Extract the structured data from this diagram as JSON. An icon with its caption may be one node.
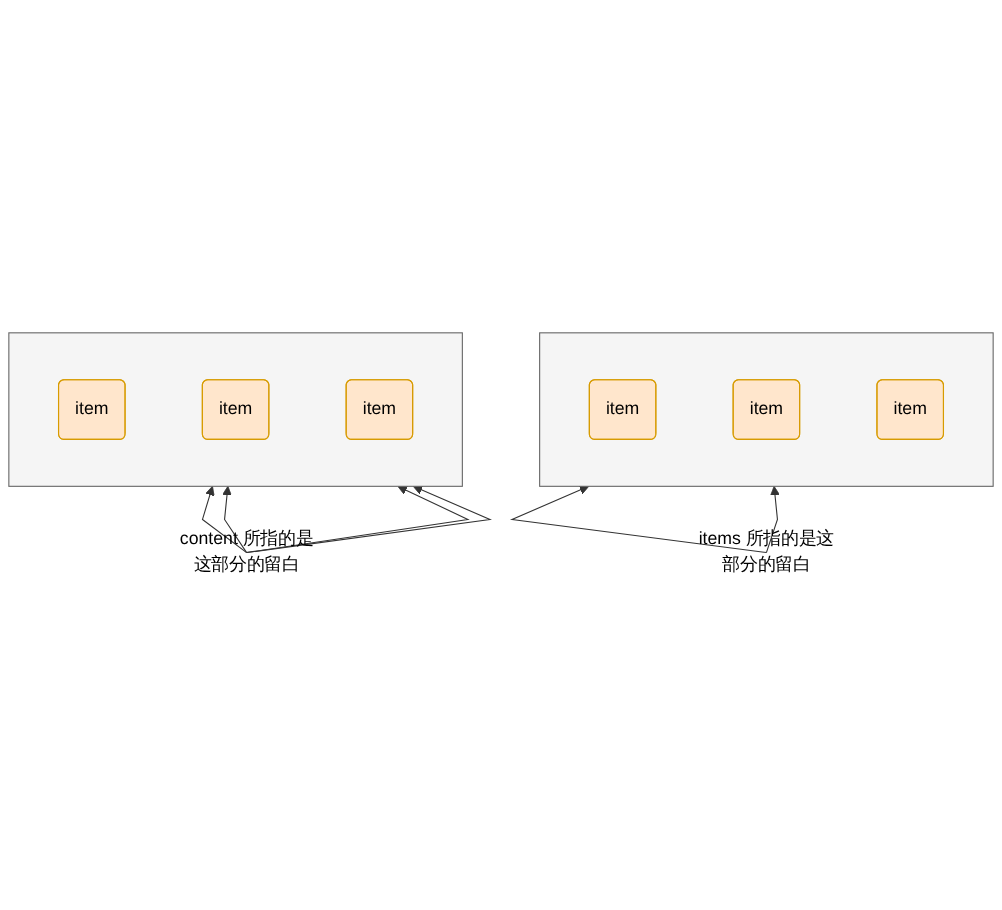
{
  "diagram": {
    "nodes": [
      {
        "text": [],
        "shape": "box"
      },
      {
        "text": [
          "item"
        ],
        "in": 0
      },
      {
        "text": [
          "item"
        ],
        "in": 0
      },
      {
        "text": [
          "item"
        ],
        "in": 0
      },
      {
        "text": [
          "content 所指的是这部分的留白"
        ]
      },
      {
        "text": [],
        "shape": "box"
      },
      {
        "text": [
          "item"
        ],
        "in": 5
      },
      {
        "text": [
          "item"
        ],
        "in": 5
      },
      {
        "text": [
          "item"
        ],
        "in": 5
      },
      {
        "text": [
          "items 所指的是这部分的留白"
        ]
      }
    ],
    "edges": [
      {
        "from": 4,
        "to": 0,
        "arrow": "to"
      },
      {
        "from": 4,
        "to": 0,
        "arrow": "to"
      },
      {
        "from": 4,
        "to": 0,
        "arrow": "to"
      },
      {
        "from": 4,
        "to": 0,
        "arrow": "to"
      },
      {
        "from": 9,
        "to": 5,
        "arrow": "to"
      },
      {
        "from": 9,
        "to": 5,
        "arrow": "to"
      }
    ]
  }
}
